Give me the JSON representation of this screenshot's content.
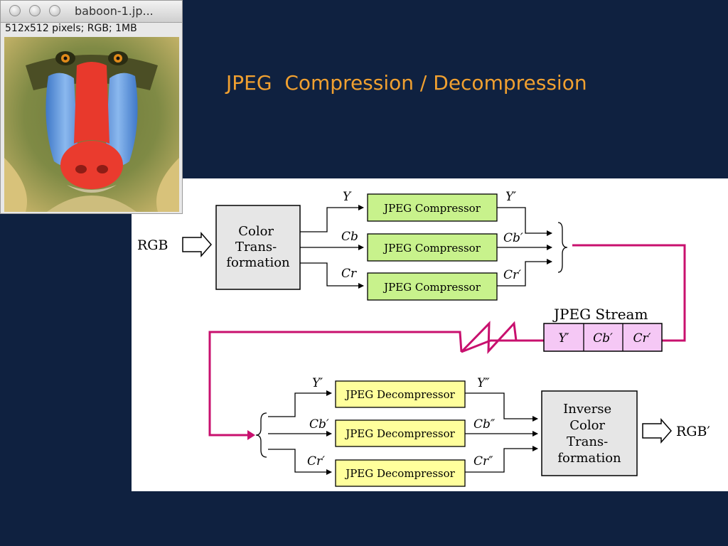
{
  "slide": {
    "title": "JPEG  Compression / Decompression"
  },
  "image_window": {
    "title": "baboon-1.jp...",
    "info": "512x512 pixels; RGB; 1MB",
    "image_icon": "baboon-mandrill-face"
  },
  "diagram": {
    "input_label": "RGB",
    "color_transform_lines": [
      "Color",
      "Trans-",
      "formation"
    ],
    "compressor_label": "JPEG Compressor",
    "compressor_inputs": [
      "Y",
      "Cb",
      "Cr"
    ],
    "compressor_outputs": [
      "Y′",
      "Cb′",
      "Cr′"
    ],
    "stream_title": "JPEG Stream",
    "stream_cells": [
      "Y′",
      "Cb′",
      "Cr′"
    ],
    "decompressor_label": "JPEG Decompressor",
    "decompressor_inputs": [
      "Y′",
      "Cb′",
      "Cr′"
    ],
    "decompressor_outputs": [
      "Y″",
      "Cb″",
      "Cr″"
    ],
    "inverse_transform_lines": [
      "Inverse",
      "Color",
      "Trans-",
      "formation"
    ],
    "output_label": "RGB′",
    "colors": {
      "compressor_fill": "#c8f28c",
      "decompressor_fill": "#ffff9c",
      "stream_fill": "#f5c8f5",
      "transform_fill": "#e6e6e6",
      "stream_line": "#c8106e",
      "title_text": "#f0a030",
      "background": "#0f2140"
    }
  }
}
